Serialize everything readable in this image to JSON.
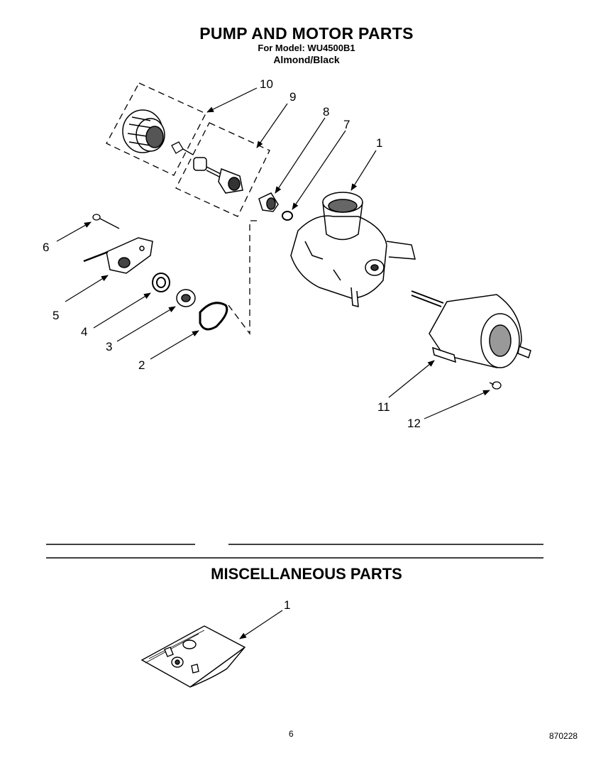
{
  "header": {
    "title": "PUMP AND MOTOR PARTS",
    "model_line": "For Model: WU4500B1",
    "color_line": "Almond/Black"
  },
  "misc_section": {
    "title": "MISCELLANEOUS PARTS"
  },
  "callouts": {
    "c1": "1",
    "c2": "2",
    "c3": "3",
    "c4": "4",
    "c5": "5",
    "c6": "6",
    "c7": "7",
    "c8": "8",
    "c9": "9",
    "c10": "10",
    "c11": "11",
    "c12": "12",
    "misc1": "1"
  },
  "footer": {
    "page_number": "6",
    "doc_code": "870228"
  }
}
